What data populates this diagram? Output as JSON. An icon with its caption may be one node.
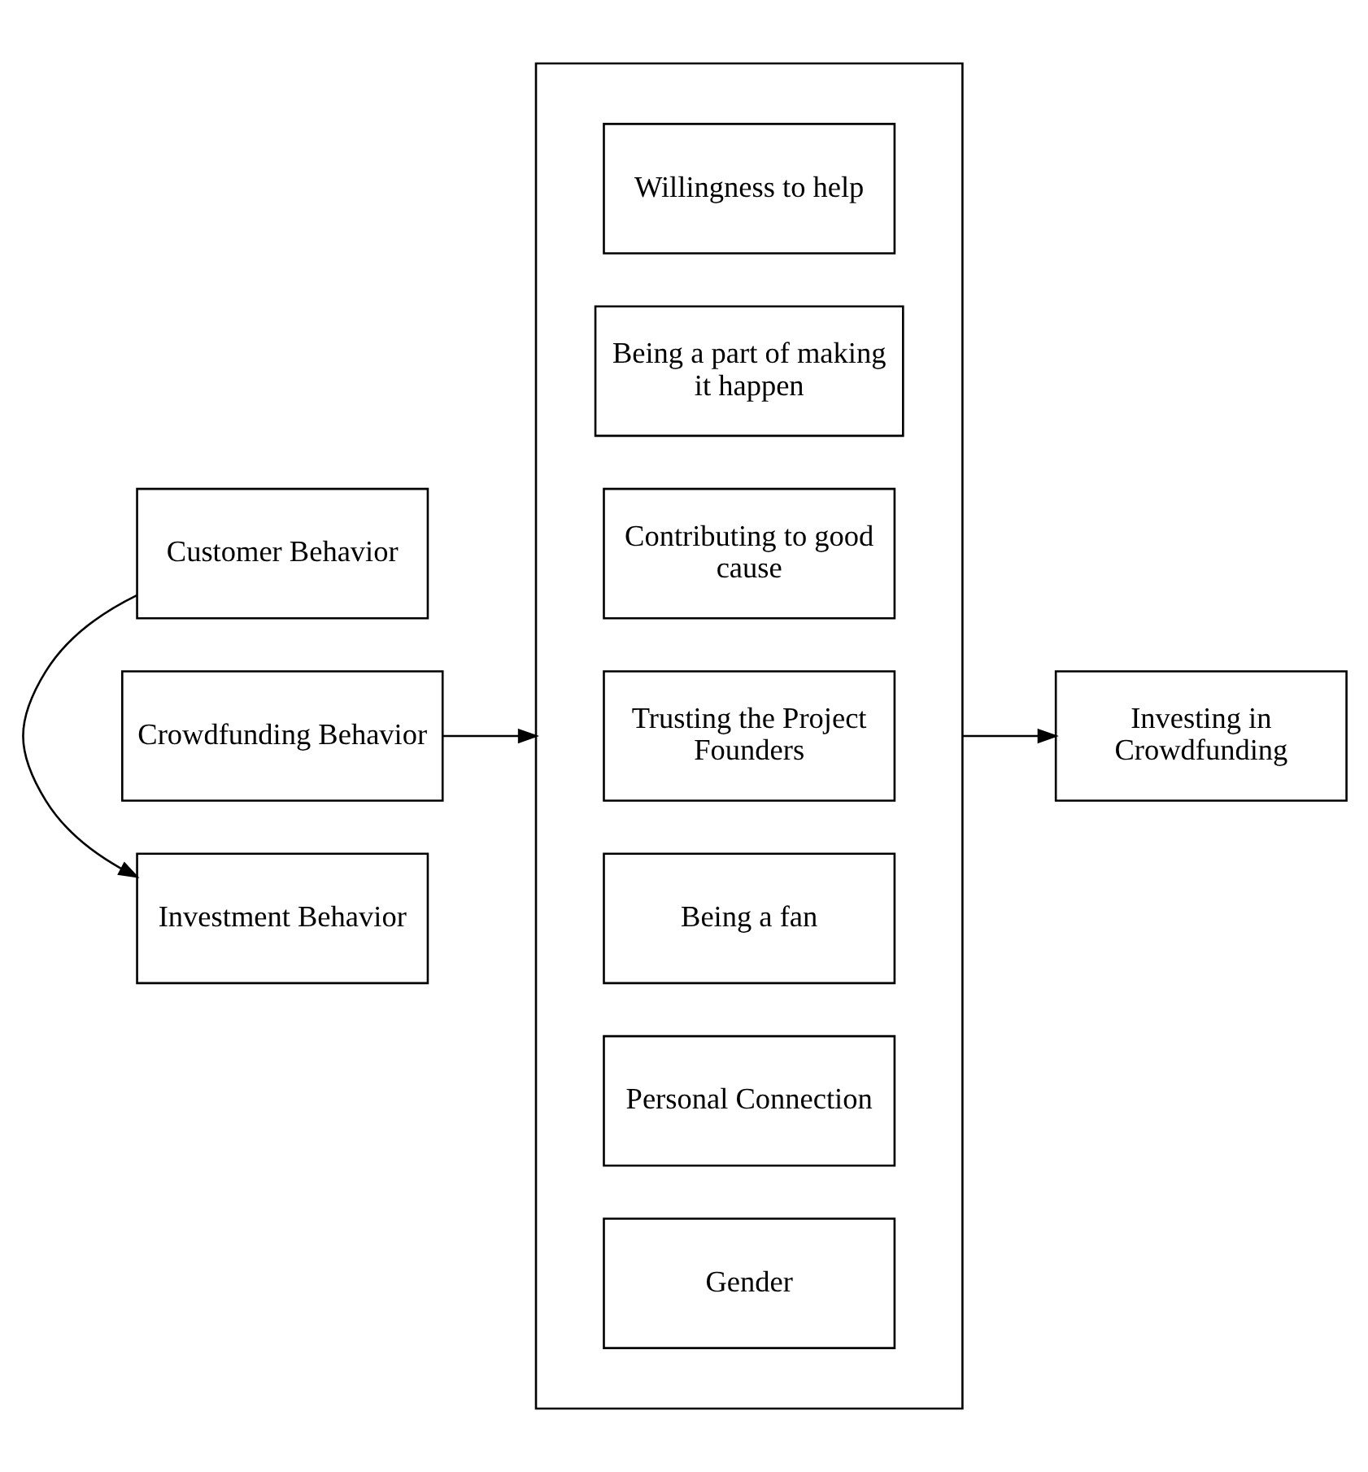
{
  "diagram": {
    "nodes": [
      {
        "text": [
          "Customer Behavior"
        ]
      },
      {
        "text": [
          "Crowdfunding Behavior"
        ]
      },
      {
        "text": [
          "Investment Behavior"
        ]
      },
      {
        "text": [],
        "shape": "box"
      },
      {
        "text": [
          "Willingness to help"
        ],
        "in": 3
      },
      {
        "text": [
          "Being a part of making it happen"
        ],
        "in": 3
      },
      {
        "text": [
          "Contributing to good cause"
        ],
        "in": 3
      },
      {
        "text": [
          "Trusting the Project Founders"
        ],
        "in": 3
      },
      {
        "text": [
          "Being a fan"
        ],
        "in": 3
      },
      {
        "text": [
          "Personal Connection"
        ],
        "in": 3
      },
      {
        "text": [
          "Gender"
        ],
        "in": 3
      },
      {
        "text": [
          "Investing in Crowdfunding"
        ]
      }
    ],
    "edges": [
      {
        "from": 0,
        "to": 2,
        "arrow": "to"
      },
      {
        "from": 1,
        "to": 3,
        "arrow": "to"
      },
      {
        "from": 3,
        "to": 11,
        "arrow": "to"
      }
    ]
  }
}
